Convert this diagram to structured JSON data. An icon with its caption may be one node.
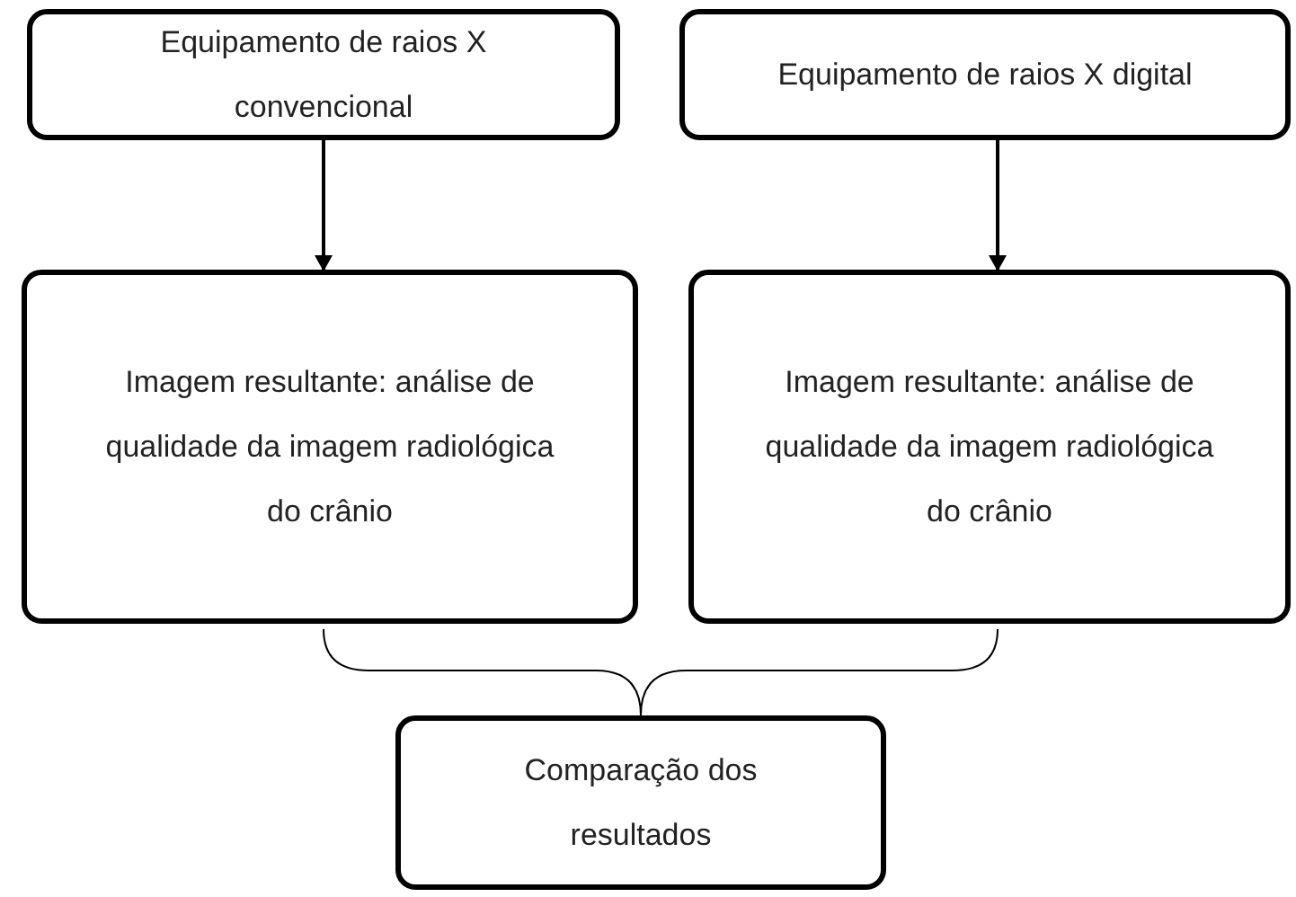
{
  "diagram": {
    "nodes": [
      {
        "text": [
          "Equipamento de raios X convencional"
        ]
      },
      {
        "text": [
          "Equipamento de raios X digital"
        ]
      },
      {
        "text": [
          "Imagem resultante: análise de qualidade da imagem radiológica do crânio"
        ]
      },
      {
        "text": [
          "Imagem resultante: análise de qualidade da imagem radiológica do crânio"
        ]
      },
      {
        "text": [
          "Comparação dos resultados"
        ]
      }
    ],
    "edges": [
      {
        "from": 0,
        "to": 2,
        "arrow": "to"
      },
      {
        "from": 1,
        "to": 3,
        "arrow": "to"
      },
      {
        "from": 2,
        "to": 4,
        "arrow": "none"
      },
      {
        "from": 3,
        "to": 4,
        "arrow": "none"
      }
    ]
  }
}
